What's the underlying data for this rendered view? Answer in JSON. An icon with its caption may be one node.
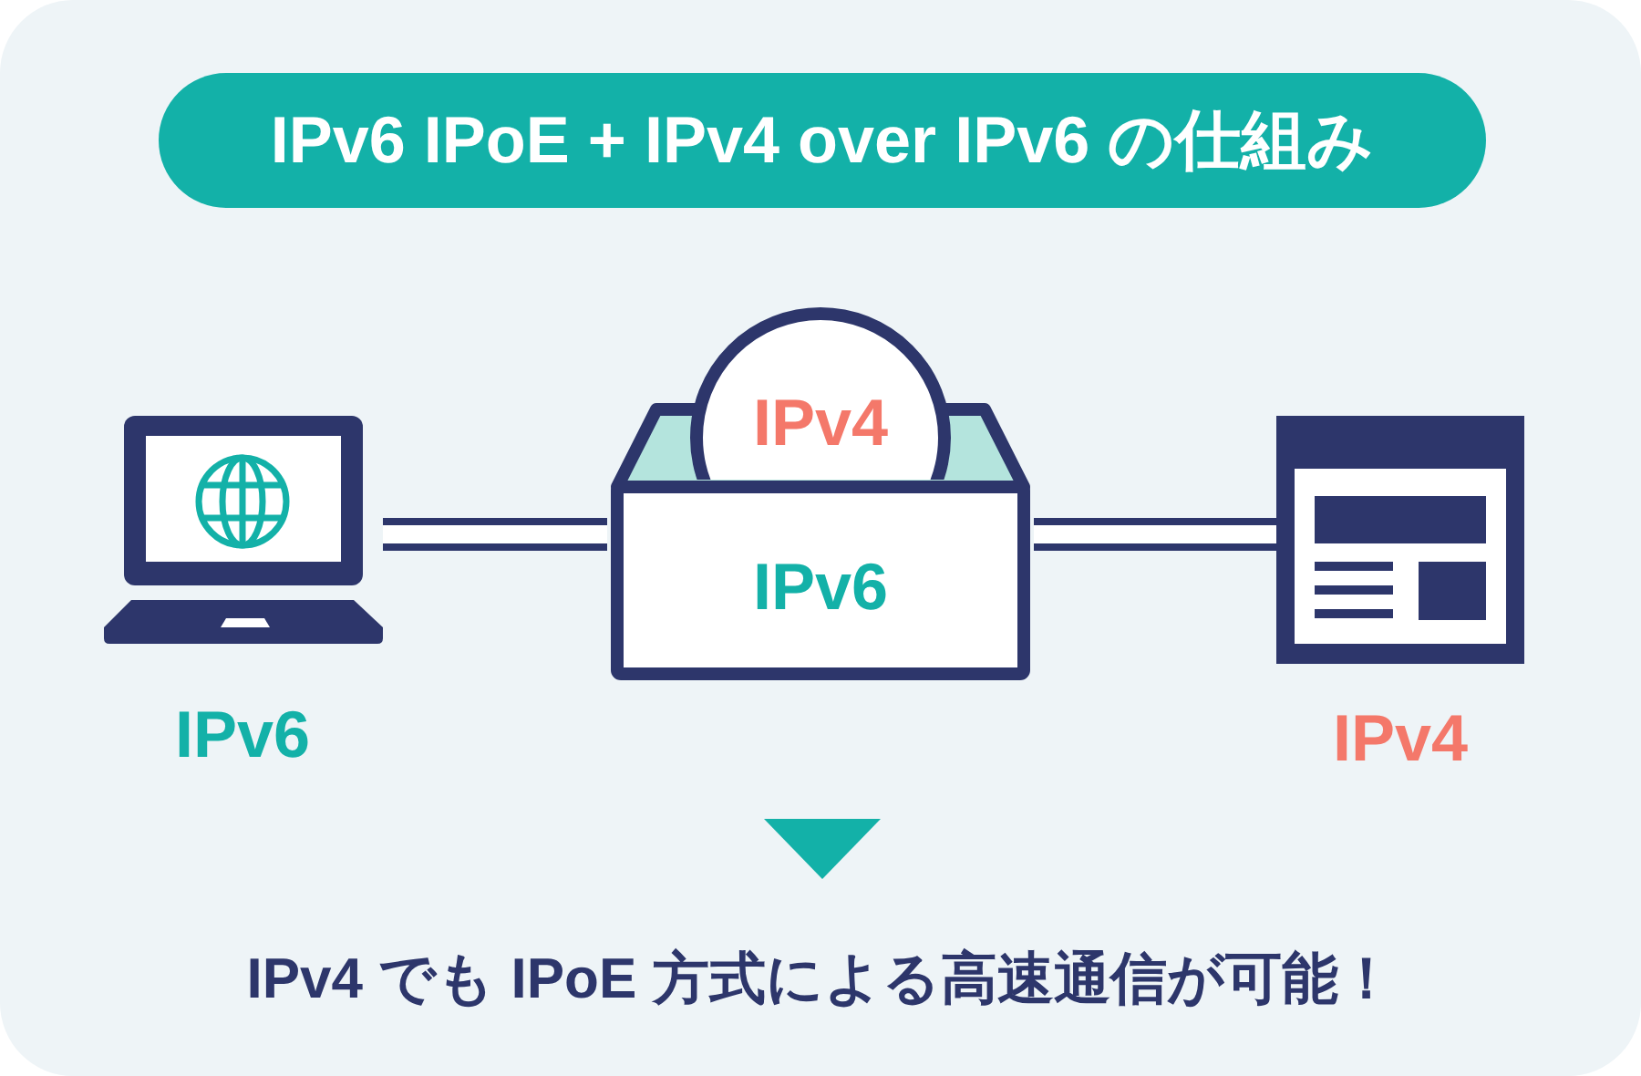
{
  "diagram": {
    "title": "IPv6 IPoE + IPv4 over IPv6 の仕組み",
    "nodes": [
      {
        "text": [],
        "shape": "picture",
        "beside": [
          "IPv6"
        ]
      },
      {
        "text": [
          "IPv4"
        ]
      },
      {
        "text": [
          "IPv6"
        ]
      },
      {
        "text": [],
        "shape": "picture",
        "beside": [
          "IPv4"
        ]
      }
    ],
    "edges": [
      {
        "from": 0,
        "to": 2,
        "arrow": "none"
      },
      {
        "from": 2,
        "to": 3,
        "arrow": "none"
      }
    ],
    "labels": [
      "IPv4 でも IPoE 方式による高速通信が可能！"
    ]
  }
}
